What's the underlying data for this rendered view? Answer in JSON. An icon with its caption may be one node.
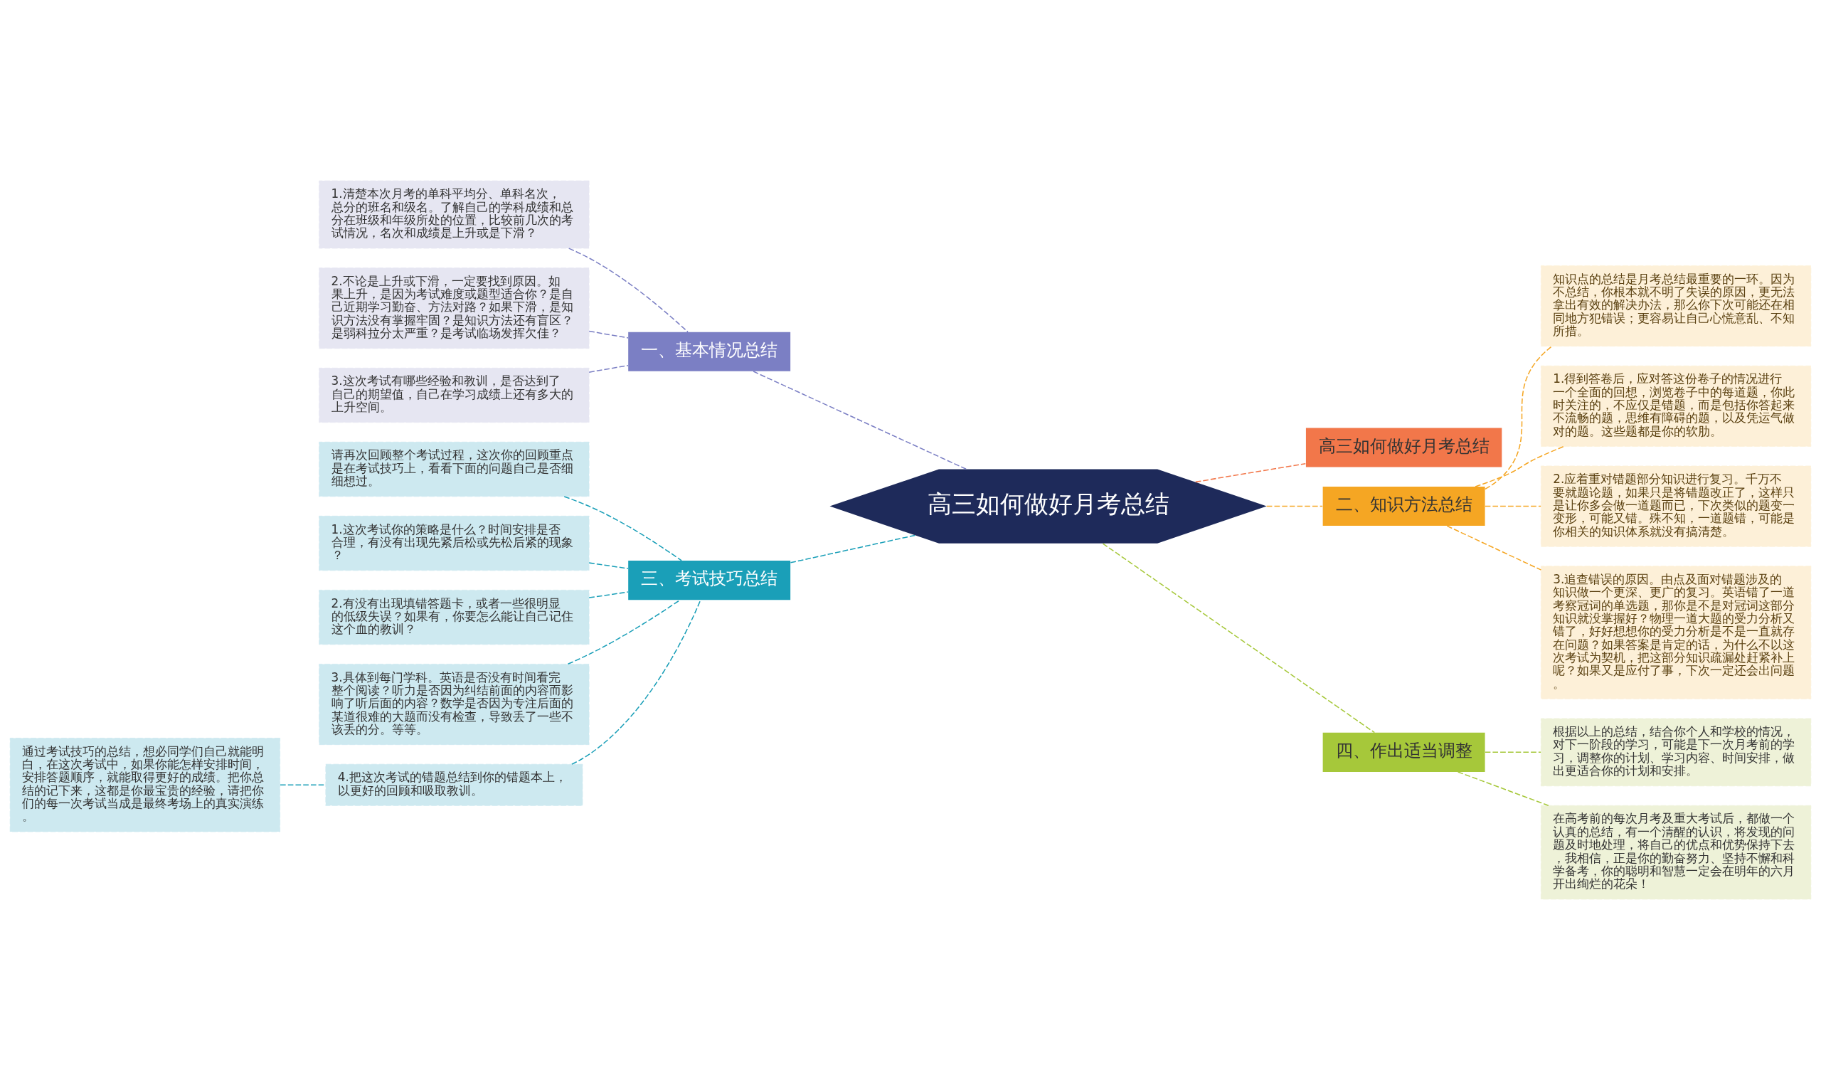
{
  "diagram": {
    "nodes": [
      {
        "text": [
          "高三如何做好月考总结"
        ]
      },
      {
        "text": [
          "一、基本情况总结"
        ]
      },
      {
        "text": [
          "1.清楚本次月考的单科平均分、单科名次，总分的班名和级名。了解自己的学科成绩和总分在班级和年级所处的位置，比较前几次的考试情况，名次和成绩是上升或是下滑？"
        ]
      },
      {
        "text": [
          "2.不论是上升或下滑，一定要找到原因。如果上升，是因为考试难度或题型适合你？是自己近期学习勤奋、方法对路？如果下滑，是知识方法没有掌握牢固？是知识方法还有盲区？是弱科拉分太严重？是考试临场发挥欠佳？"
        ]
      },
      {
        "text": [
          "3.这次考试有哪些经验和教训，是否达到了自己的期望值，自己在学习成绩上还有多大的上升空间。"
        ]
      },
      {
        "text": [
          "三、考试技巧总结"
        ]
      },
      {
        "text": [
          "请再次回顾整个考试过程，这次你的回顾重点是在考试技巧上，看看下面的问题自己是否细细想过。"
        ]
      },
      {
        "text": [
          "1.这次考试你的策略是什么？时间安排是否合理，有没有出现先紧后松或先松后紧的现象？"
        ]
      },
      {
        "text": [
          "2.有没有出现填错答题卡，或者一些很明显的低级失误？如果有，你要怎么能让自己记住这个血的教训？"
        ]
      },
      {
        "text": [
          "3.具体到每门学科。英语是否没有时间看完整个阅读？听力是否因为纠结前面的内容而影响了听后面的内容？数学是否因为专注后面的某道很难的大题而没有检查，导致丢了一些不该丢的分。等等。"
        ]
      },
      {
        "text": [
          "4.把这次考试的错题总结到你的错题本上，以更好的回顾和吸取教训。"
        ]
      },
      {
        "text": [
          "通过考试技巧的总结，想必同学们自己就能明白，在这次考试中，如果你能怎样安排时间，安排答题顺序，就能取得更好的成绩。把你总结的记下来，这都是你最宝贵的经验，请把你们的每一次考试当成是最终考场上的真实演练。"
        ]
      },
      {
        "text": [
          "高三如何做好月考总结"
        ]
      },
      {
        "text": [
          "二、知识方法总结"
        ]
      },
      {
        "text": [
          "知识点的总结是月考总结最重要的一环。因为不总结，你根本就不明了失误的原因，更无法拿出有效的解决办法，那么你下次可能还在相同地方犯错误；更容易让自己心慌意乱、不知所措。"
        ]
      },
      {
        "text": [
          "1.得到答卷后，应对答这份卷子的情况进行一个全面的回想，浏览卷子中的每道题，你此时关注的，不应仅是错题，而是包括你答起来不流畅的题，思维有障碍的题，以及凭运气做对的题。这些题都是你的软肋。"
        ]
      },
      {
        "text": [
          "2.应着重对错题部分知识进行复习。千万不要就题论题，如果只是将错题改正了，这样只是让你多会做一道题而已，下次类似的题变一变形，可能又错。殊不知，一道题错，可能是你相关的知识体系就没有搞清楚。"
        ]
      },
      {
        "text": [
          "3.追查错误的原因。由点及面对错题涉及的知识做一个更深、更广的复习。英语错了一道考察冠词的单选题，那你是不是对冠词这部分知识就没掌握好？物理一道大题的受力分析又错了，好好想想你的受力分析是不是一直就存在问题？如果答案是肯定的话，为什么不以这次考试为契机，把这部分知识疏漏处赶紧补上呢？如果又是应付了事，下次一定还会出问题。"
        ]
      },
      {
        "text": [
          "四、作出适当调整"
        ]
      },
      {
        "text": [
          "根据以上的总结，结合你个人和学校的情况，对下一阶段的学习，可能是下一次月考前的学习，调整你的计划、学习内容、时间安排，做出更适合你的计划和安排。"
        ]
      },
      {
        "text": [
          "在高考前的每次月考及重大考试后，都做一个认真的总结，有一个清醒的认识，将发现的问题及时地处理，将自己的优点和优势保持下去，我相信，正是你的勤奋努力、坚持不懈和科学备考，你的聪明和智慧一定会在明年的六月开出绚烂的花朵！"
        ]
      }
    ],
    "edges": [
      {
        "from": 0,
        "to": 1,
        "arrow": "none",
        "style": "dashed",
        "color": "#7b7fc4"
      },
      {
        "from": 1,
        "to": 2,
        "arrow": "none",
        "style": "dashed",
        "color": "#7b7fc4"
      },
      {
        "from": 1,
        "to": 3,
        "arrow": "none",
        "style": "dashed",
        "color": "#7b7fc4"
      },
      {
        "from": 1,
        "to": 4,
        "arrow": "none",
        "style": "dashed",
        "color": "#7b7fc4"
      },
      {
        "from": 0,
        "to": 5,
        "arrow": "none",
        "style": "dashed",
        "color": "#1a9fb8"
      },
      {
        "from": 5,
        "to": 6,
        "arrow": "none",
        "style": "dashed",
        "color": "#1a9fb8"
      },
      {
        "from": 5,
        "to": 7,
        "arrow": "none",
        "style": "dashed",
        "color": "#1a9fb8"
      },
      {
        "from": 5,
        "to": 8,
        "arrow": "none",
        "style": "dashed",
        "color": "#1a9fb8"
      },
      {
        "from": 5,
        "to": 9,
        "arrow": "none",
        "style": "dashed",
        "color": "#1a9fb8"
      },
      {
        "from": 5,
        "to": 10,
        "arrow": "none",
        "style": "dashed",
        "color": "#1a9fb8"
      },
      {
        "from": 10,
        "to": 11,
        "arrow": "none",
        "style": "dashed",
        "color": "#1a9fb8"
      },
      {
        "from": 0,
        "to": 12,
        "arrow": "none",
        "style": "dashed",
        "color": "#f2774a"
      },
      {
        "from": 0,
        "to": 13,
        "arrow": "none",
        "style": "dashed",
        "color": "#f5a623"
      },
      {
        "from": 13,
        "to": 14,
        "arrow": "none",
        "style": "dashed",
        "color": "#f5a623"
      },
      {
        "from": 13,
        "to": 15,
        "arrow": "none",
        "style": "dashed",
        "color": "#f5a623"
      },
      {
        "from": 13,
        "to": 16,
        "arrow": "none",
        "style": "dashed",
        "color": "#f5a623"
      },
      {
        "from": 13,
        "to": 17,
        "arrow": "none",
        "style": "dashed",
        "color": "#f5a623"
      },
      {
        "from": 0,
        "to": 18,
        "arrow": "none",
        "style": "dashed",
        "color": "#a6c83a"
      },
      {
        "from": 18,
        "to": 19,
        "arrow": "none",
        "style": "dashed",
        "color": "#a6c83a"
      },
      {
        "from": 18,
        "to": 20,
        "arrow": "none",
        "style": "dashed",
        "color": "#a6c83a"
      }
    ]
  }
}
